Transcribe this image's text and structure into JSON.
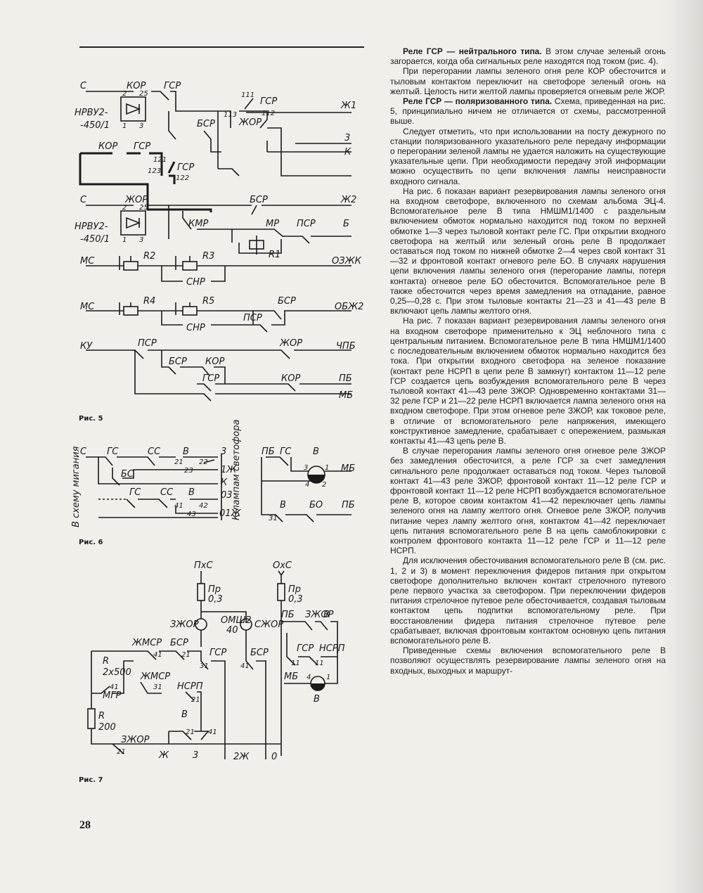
{
  "page_number": "28",
  "figures": {
    "fig5": {
      "caption": "Рис. 5",
      "labels": {
        "C1": "С",
        "KOR1": "КОР",
        "GSR1": "ГСР",
        "d2": "2",
        "d25": "25",
        "d1": "1",
        "d3": "3",
        "nrvu_a": "НРВУ2-",
        "nrvu_b": "-450/1",
        "c111": "111",
        "GSR2": "ГСР",
        "c113": "113",
        "c112": "112",
        "ZhOR1": "ЖОР",
        "BSR1": "БСР",
        "Zh1": "Ж1",
        "n3": "3",
        "K": "К",
        "KOR2": "КОР",
        "GSR3": "ГСР",
        "c121": "121",
        "c123": "123",
        "GSR4": "ГСР",
        "c122": "122",
        "C2": "С",
        "ZhOR2": "ЖОР",
        "BSR2": "БСР",
        "Zh2": "Ж2",
        "e2": "2",
        "e25": "25",
        "e1": "1",
        "e3": "3",
        "nrvu2_a": "НРВУ2-",
        "nrvu2_b": "-450/1",
        "KMR": "КМР",
        "MR": "МР",
        "PSR1": "ПСР",
        "B": "Б",
        "R1": "R1",
        "MS1": "МС",
        "R2": "R2",
        "R3": "R3",
        "SNR1": "СНР",
        "OZhK": "ОЗЖК",
        "MS2": "МС",
        "R4": "R4",
        "R5": "R5",
        "BSR3": "БСР",
        "OBZh2": "ОБЖ2",
        "SNR2": "СНР",
        "PSR2": "ПСР",
        "KU": "КУ",
        "PSR3": "ПСР",
        "ZhOR3": "ЖОР",
        "ChPB": "ЧПБ",
        "BSR4": "БСР",
        "KOR3": "КОР",
        "GSR5": "ГСР",
        "KOR4": "КОР",
        "PB1": "ПБ",
        "MB1": "МБ"
      }
    },
    "fig6": {
      "caption": "Рис. 6",
      "labels": {
        "C": "С",
        "GS1": "ГС",
        "SS1": "СС",
        "V1": "В",
        "t3": "3",
        "c21": "21",
        "c22": "22",
        "BS": "БС",
        "c23": "23",
        "t1Zh": "1Ж",
        "tK": "К",
        "GS2": "ГС",
        "SS2": "СС",
        "V2": "В",
        "t03": "03",
        "c41": "41",
        "c42": "42",
        "c43": "43",
        "t01Zh": "01Ж",
        "side_left": "В схему мигания",
        "side_right": "К лампам светофора",
        "PB": "ПБ",
        "GS3": "ГС",
        "V3": "В",
        "r3": "3",
        "r1": "1",
        "MB": "МБ",
        "r4": "4",
        "r2": "2",
        "V4": "В",
        "BO": "БО",
        "PB2": "ПБ",
        "c31": "31"
      }
    },
    "fig7": {
      "caption": "Рис. 7",
      "labels": {
        "PkhS": "ПхС",
        "DkhS": "ОхС",
        "Pr1": "Пр",
        "v03a": "0,3",
        "Pr2": "Пр",
        "v03b": "0,3",
        "ZZhOR": "ЗЖОР",
        "OMSh": "ОМШ2",
        "v40": "40",
        "SZhOR": "СЖОР",
        "PB": "ПБ",
        "ZhOR": "ЗЖОР",
        "V1": "В",
        "ZhMSR1": "ЖМСР",
        "BSR1": "БСР",
        "a41": "41",
        "a21": "21",
        "GSR1": "ГСР",
        "a31": "31",
        "BSR2": "БСР",
        "b41": "41",
        "R": "R",
        "R2x500": "2x500",
        "ZhMSR2": "ЖМСР",
        "c41": "41",
        "c31": "31",
        "MGR": "МГР",
        "NSRP1": "НСРП",
        "d21": "21",
        "GSR2": "ГСР",
        "NSRP2": "НСРП",
        "e11": "11",
        "e11b": "11",
        "MB": "МБ",
        "f4": "4",
        "f1": "1",
        "V2": "В",
        "R200a": "R",
        "R200b": "200",
        "V3": "В",
        "g21": "21",
        "g41": "41",
        "ZZhOR2": "ЗЖОР",
        "h21": "21",
        "bZh": "Ж",
        "b3": "3",
        "b2Zh": "2Ж",
        "b0": "0"
      }
    }
  },
  "paragraphs": [
    {
      "lead": "Реле ГСР — нейтрального типа.",
      "body": " В этом случае зеленый огонь загорается, когда оба сигнальных реле находятся под током (рис. 4)."
    },
    {
      "lead": "",
      "body": "При перегорании лампы зеленого огня реле КОР обесточится и тыловым контактом переключит на светофоре зеленый огонь на желтый. Целость нити желтой лампы проверяется огневым реле ЖОР."
    },
    {
      "lead": "Реле ГСР — поляризованного типа.",
      "body": " Схема, приведенная на рис. 5, принципиально ничем не отличается от схемы, рассмотренной выше."
    },
    {
      "lead": "",
      "body": "Следует отметить, что при использовании на посту дежурного по станции поляризованного указательного реле передачу информации о перегорании зеленой лампы не удается наложить на существующие указательные цепи. При необходимости передачу этой информации можно осуществить по цепи включения лампы неисправности входного сигнала."
    },
    {
      "lead": "",
      "body": "На рис. 6 показан вариант резервирования лампы зеленого огня на входном светофоре, включенного по схемам альбома ЭЦ-4. Вспомогательное реле В типа НМШМ1/1400 с раздельным включением обмоток нормально находится под током по верхней обмотке 1—3 через тыловой контакт реле ГС. При открытии входного светофора на желтый или зеленый огонь реле В продолжает оставаться под током по нижней обмотке 2—4 через свой контакт 31—32 и фронтовой контакт огневого реле БО. В случаях нарушения цепи включения лампы зеленого огня (перегорание лампы, потеря контакта) огневое реле БО обесточится. Вспомогательное реле В также обесточится через время замедления на отпадание, равное 0,25—0,28 с. При этом тыловые контакты 21—23 и 41—43 реле В включают цепь лампы желтого огня."
    },
    {
      "lead": "",
      "body": "На рис. 7 показан вариант резервирования лампы зеленого огня на входном светофоре применительно к ЭЦ неблочного типа с центральным питанием. Вспомогательное реле В типа НМШМ1/1400 с последовательным включением обмоток нормально находится без тока. При открытии входного светофора на зеленое показание (контакт реле НСРП в цепи реле В замкнут) контактом 11—12 реле ГСР создается цепь возбуждения вспомогательного реле В через тыловой контакт 41—43 реле ЗЖОР. Одновременно контактами 31—32 реле ГСР и 21—22 реле НСРП включается лампа зеленого огня на входном светофоре. При этом огневое реле ЗЖОР, как токовое реле, в отличие от вспомогательного реле напряжения, имеющего конструктивное замедление, срабатывает с опережением, размыкая контакты 41—43 цепь реле В."
    },
    {
      "lead": "",
      "body": "В случае перегорания лампы зеленого огня огневое реле ЗЖОР без замедления обесточится, а реле ГСР за счет замедления сигнального реле продолжает оставаться под током. Через тыловой контакт 41—43 реле ЗЖОР, фронтовой контакт 11—12 реле ГСР и фронтовой контакт 11—12 реле НСРП возбуждается вспомогательное реле В, которое своим контактом 41—42 переключает цепь лампы зеленого огня на лампу желтого огня. Огневое реле ЗЖОР, получив питание через лампу желтого огня, контактом 41—42 переключает цепь питания вспомогательного реле В на цепь самоблокировки с контролем фронтового контакта 11—12 реле ГСР и 11—12 реле НСРП."
    },
    {
      "lead": "",
      "body": "Для исключения обесточивания вспомогательного реле В (см. рис. 1, 2 и 3) в момент переключения фидеров питания при открытом светофоре дополнительно включен контакт стрелочного путевого реле первого участка за светофором. При переключении фидеров питания стрелочное путевое реле обесточивается, создавая тыловым контактом цепь подпитки вспомогательному реле. При восстановлении фидера питания стрелочное путевое реле срабатывает, включая фронтовым контактом основную цепь питания вспомогательного реле В."
    },
    {
      "lead": "",
      "body": "Приведенные схемы включения вспомогательного реле В позволяют осуществлять резервирование лампы зеленого огня на входных, выходных и маршрут-"
    }
  ]
}
